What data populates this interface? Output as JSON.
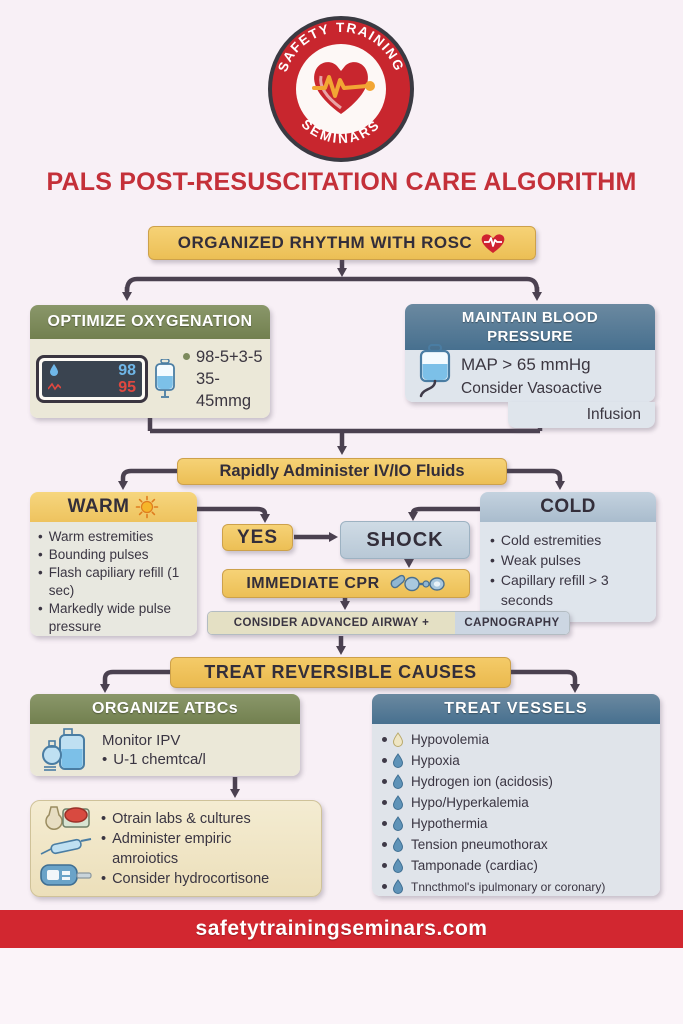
{
  "colors": {
    "brand_red": "#c8262e",
    "title_red": "#c43039",
    "flow_yellow": "#f2c964",
    "header_green": "#7c8a5d",
    "header_blue": "#4f7590",
    "cold_header_blue": "#b7c7d6",
    "arrow": "#4b4150",
    "footer_red": "#d22730",
    "page_background": "#f8f0f6"
  },
  "logo": {
    "arc_top": "SAFETY TRAINING",
    "arc_bottom": "SEMINARS"
  },
  "title": "PALS POST-RESUSCITATION CARE ALGORITHM",
  "flow": {
    "rosc": "ORGANIZED RHYTHM WITH ROSC",
    "optimize": {
      "title": "OPTIMIZE OXYGENATION",
      "monitor_top": "98",
      "monitor_bottom": "95",
      "bullet": "98-5+3-5",
      "line2": "35-45mmg"
    },
    "maintain": {
      "title_line1": "MAINTAIN BLOOD",
      "title_line2": "PRESSURE",
      "line1": "MAP > 65 mmHg",
      "line2": "Consider Vasoactive",
      "line3": "Infusion"
    },
    "fluids": "Rapidly Administer IV/IO Fluids",
    "warm": {
      "title": "WARM",
      "items": [
        "Warm estremities",
        "Bounding pulses",
        "Flash capiliary refill (1 sec)",
        "Markedly wide pulse pressure"
      ]
    },
    "cold": {
      "title": "COLD",
      "items": [
        "Cold estremities",
        "Weak pulses",
        "Capillary refill > 3 seconds"
      ]
    },
    "yes": "YES",
    "shock": "SHOCK",
    "cpr": "IMMEDIATE CPR",
    "airway_left": "CONSIDER ADVANCED AIRWAY +",
    "airway_right": "CAPNOGRAPHY",
    "treat": "TREAT REVERSIBLE CAUSES",
    "organize": {
      "title": "ORGANIZE ATBCs",
      "line1": "Monitor IPV",
      "bullet": "U-1 chemtca/l"
    },
    "labs": {
      "items": [
        "Otrain labs & cultures",
        "Administer empiric amroiotics",
        "Consider hydrocortisone"
      ]
    },
    "vessels": {
      "title": "TREAT VESSELS",
      "items": [
        "Hypovolemia",
        "Hypoxia",
        "Hydrogen ion (acidosis)",
        "Hypo/Hyperkalemia",
        "Hypothermia",
        "Tension pneumothorax",
        "Tamponade (cardiac)",
        "Tnncthmol's ipulmonary or coronary)"
      ]
    }
  },
  "footer": {
    "url": "safetytrainingseminars.com"
  }
}
